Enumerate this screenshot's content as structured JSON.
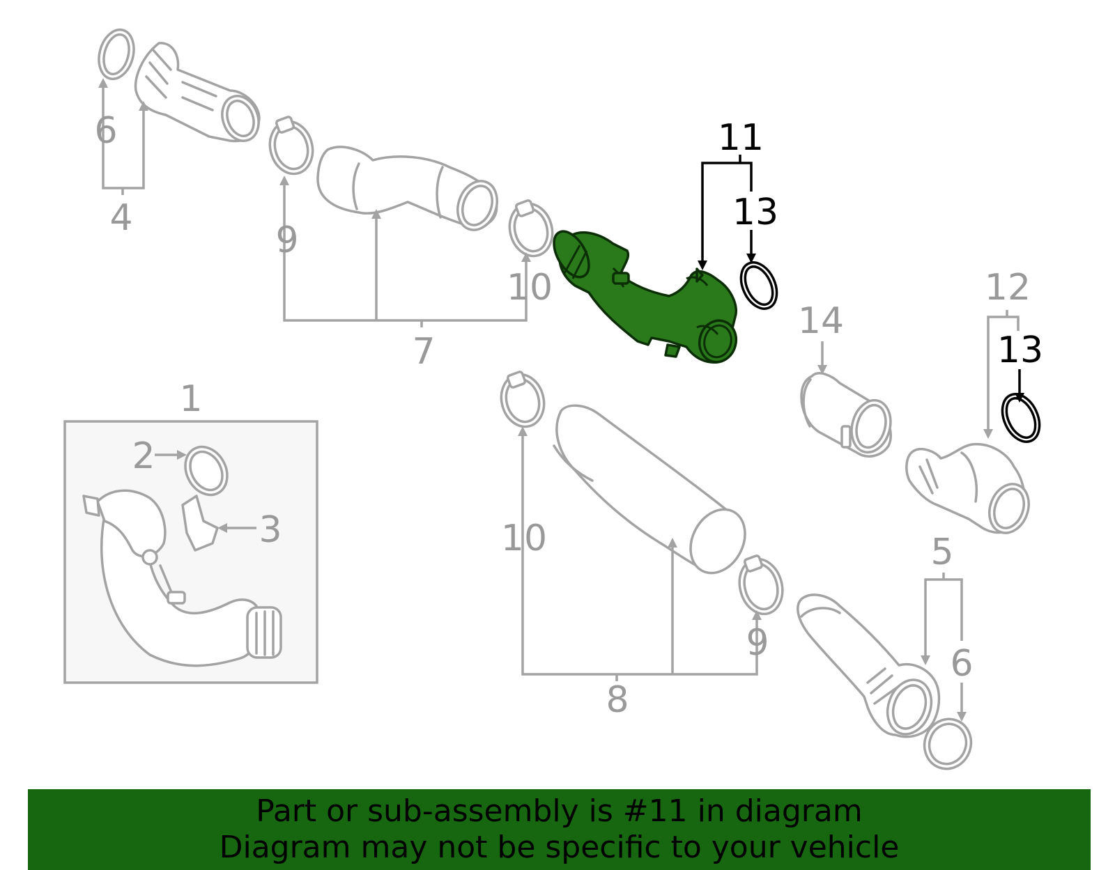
{
  "callouts": {
    "c1": "1",
    "c2": "2",
    "c3": "3",
    "c4": "4",
    "c5": "5",
    "c6a": "6",
    "c6b": "6",
    "c7": "7",
    "c8": "8",
    "c9a": "9",
    "c9b": "9",
    "c10a": "10",
    "c10b": "10",
    "c11": "11",
    "c12": "12",
    "c13a": "13",
    "c13b": "13",
    "c14": "14"
  },
  "colors": {
    "highlight": "#2a7a1c",
    "callout_gray": "#999999",
    "banner": "#16670f"
  },
  "banner": {
    "line1": "Part or sub-assembly is #11 in diagram",
    "line2": "Diagram may not be specific to your vehicle"
  }
}
